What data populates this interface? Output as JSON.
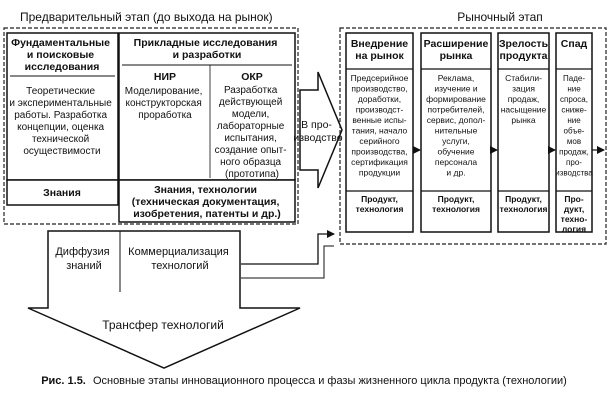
{
  "pre_market": {
    "title": "Предварительный этап (до выхода на рынок)",
    "fundamental": {
      "title": [
        "Фундаментальные",
        "и поисковые",
        "исследования"
      ],
      "body": [
        "Теоретические",
        "и экспериментальные",
        "работы. Разработка",
        "концепции, оценка",
        "технической",
        "осуществимости"
      ],
      "knowledge": "Знания"
    },
    "applied": {
      "title": [
        "Прикладные исследования",
        "и разработки"
      ],
      "nir_title": "НИР",
      "nir_body": [
        "Моделирование,",
        "конструкторская",
        "проработка"
      ],
      "okr_title": "ОКР",
      "okr_body": [
        "Разработка",
        "действующей",
        "модели,",
        "лабораторные",
        "испытания,",
        "создание опыт-",
        "ного образца",
        "(прототипа)"
      ],
      "knowledge": [
        "Знания, технологии",
        "(техническая документация,",
        "изобретения, патенты и др.)"
      ]
    }
  },
  "to_production": [
    "В про-",
    "изводство"
  ],
  "diffusion": [
    "Диффузия",
    "знаний"
  ],
  "commercialization": [
    "Коммерциализация",
    "технологий"
  ],
  "transfer": "Трансфер технологий",
  "market": {
    "title": "Рыночный этап",
    "phases": [
      {
        "title": [
          "Внедрение",
          "на рынок"
        ],
        "body": [
          "Предсерийное",
          "производство,",
          "доработки,",
          "производст-",
          "венные испы-",
          "тания, начало",
          "серийного",
          "производства,",
          "сертификация",
          "продукции"
        ],
        "result": [
          "Продукт,",
          "технология"
        ]
      },
      {
        "title": [
          "Расширение",
          "рынка"
        ],
        "body": [
          "Реклама,",
          "изучение и",
          "формирование",
          "потребителей,",
          "сервис, допол-",
          "нительные",
          "услуги,",
          "обучение",
          "персонала",
          "и др."
        ],
        "result": [
          "Продукт,",
          "технология"
        ]
      },
      {
        "title": [
          "Зрелость",
          "продукта"
        ],
        "body": [
          "Стабили-",
          "зация",
          "продаж,",
          "насыщение",
          "рынка"
        ],
        "result": [
          "Продукт,",
          "технология"
        ]
      },
      {
        "title": [
          "Спад"
        ],
        "body": [
          "Паде-",
          "ние",
          "спроса,",
          "сниже-",
          "ние",
          "объе-",
          "мов",
          "продаж,",
          "про-",
          "изводства"
        ],
        "result": [
          "Про-",
          "дукт,",
          "техно-",
          "логия"
        ]
      }
    ]
  },
  "caption": {
    "label": "Рис. 1.5.",
    "text": "Основные этапы инновационного процесса и фазы жизненного цикла продукта (технологии)"
  }
}
